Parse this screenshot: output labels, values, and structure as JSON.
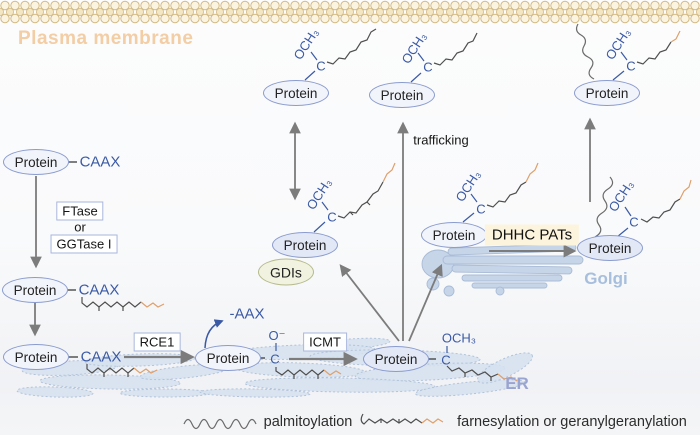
{
  "membrane": {
    "label": "Plasma membrane"
  },
  "labels": {
    "protein": "Protein",
    "trafficking": "trafficking",
    "er": "ER",
    "golgi": "Golgi",
    "gdis": "GDIs"
  },
  "chem": {
    "caax": "CAAX",
    "och3": "OCH₃",
    "carbon": "C",
    "o_minus": "O⁻",
    "minus_aax": "-AAX"
  },
  "enzymes": {
    "ftase": "FTase",
    "or_word": "or",
    "ggtase1": "GGTase I",
    "rce1": "RCE1",
    "icmt": "ICMT",
    "dhhc_pats": "DHHC PATs"
  },
  "legend": {
    "palmitoylation": "palmitoylation",
    "farnesylation": "farnesylation or geranylgeranylation"
  },
  "colors": {
    "chem_blue": "#3b5aa5",
    "membrane_outline": "#d3ba85",
    "plasma_label": "#f3cda4",
    "er_label": "#9aa4d0",
    "golgi_label": "#a7bedd",
    "organelle_fill": "#d4dfee",
    "arrow_gray": "#7c7c7c",
    "prenyl_orange": "#dfa06c",
    "dhhc_bg": "#fcf4dd",
    "gdis_bg": "#f1f2df"
  }
}
